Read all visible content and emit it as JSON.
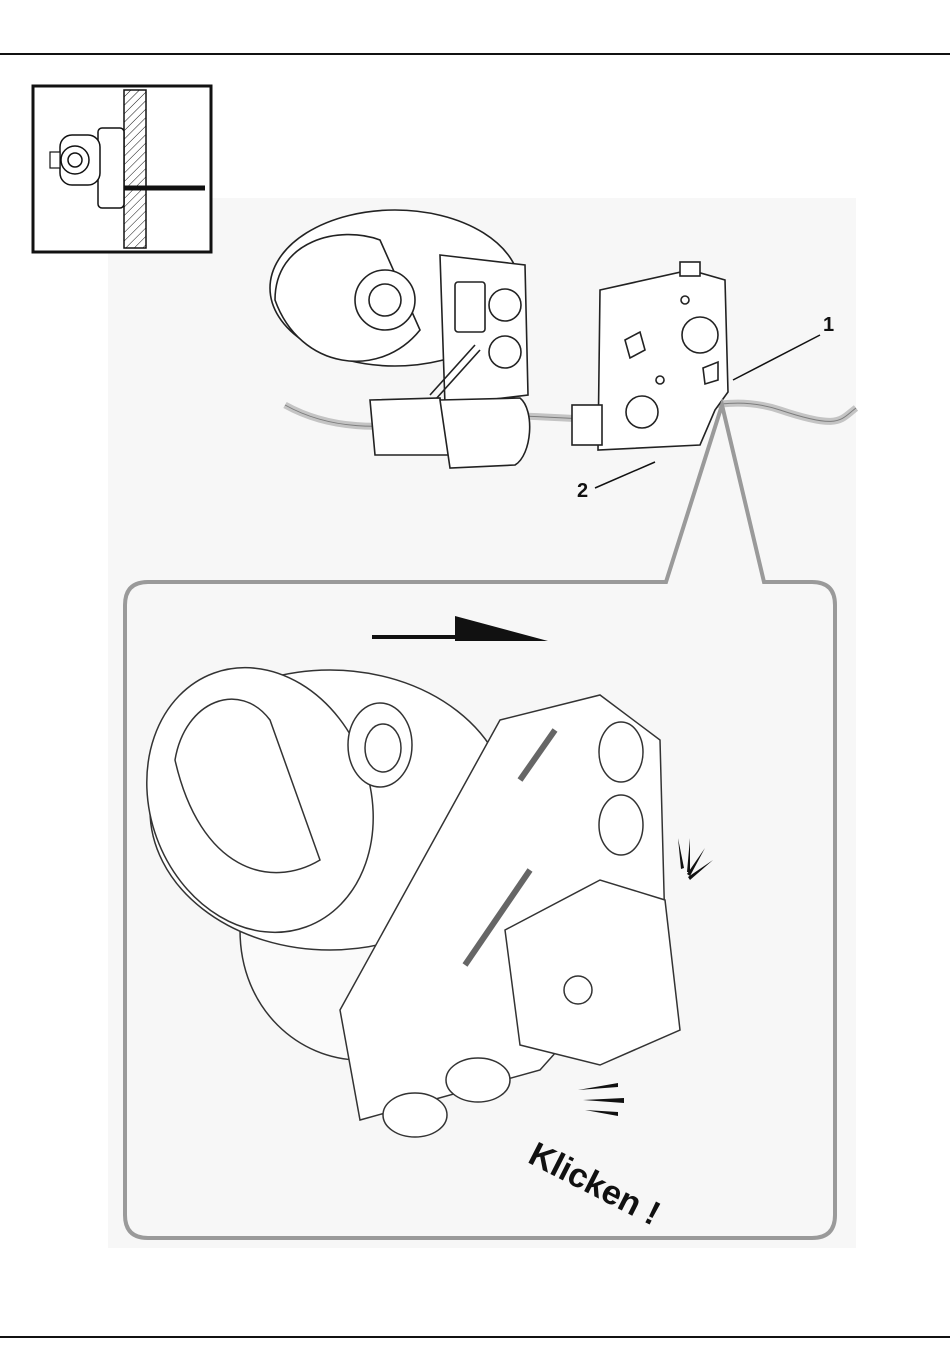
{
  "callouts": {
    "one": "1",
    "two": "2"
  },
  "action_text": "Klicken !",
  "colors": {
    "line": "#111111",
    "zoom_frame": "#9a9a9a",
    "cable": "#b8b8b8"
  },
  "icons": [
    "wall-mount-thumbnail",
    "camera-assembly-illustration",
    "mounting-plate-illustration",
    "direction-arrow-icon",
    "click-motion-lines-icon"
  ]
}
